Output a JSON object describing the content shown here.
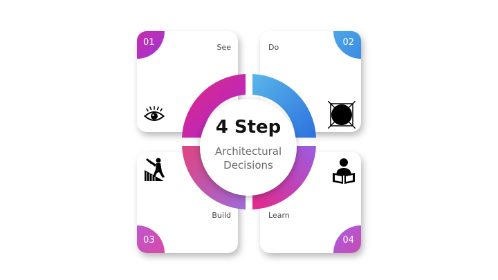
{
  "center": {
    "title": "4 Step",
    "subtitle_line1": "Architectural",
    "subtitle_line2": "Decisions"
  },
  "steps": [
    {
      "number": "01",
      "label": "See",
      "icon": "eye-icon",
      "color": "#e3277f"
    },
    {
      "number": "02",
      "label": "Do",
      "icon": "target-icon",
      "color": "#3b8fe3"
    },
    {
      "number": "03",
      "label": "Build",
      "icon": "worker-icon",
      "color": "#c04fc2"
    },
    {
      "number": "04",
      "label": "Learn",
      "icon": "reader-icon",
      "color": "#b84fd0"
    }
  ]
}
